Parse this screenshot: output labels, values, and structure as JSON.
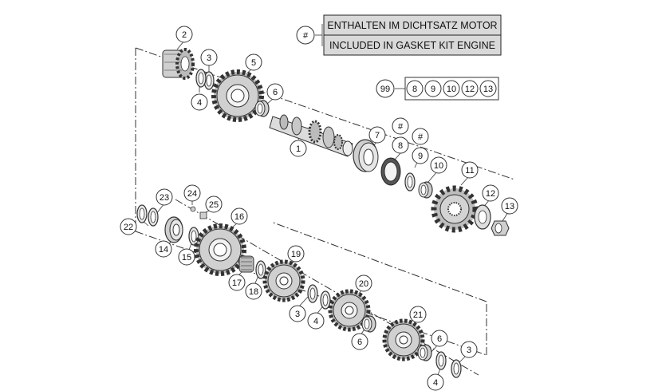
{
  "legend": {
    "symbol": "#",
    "line1": "ENTHALTEN IM DICHTSATZ MOTOR",
    "line2": "INCLUDED IN GASKET KIT ENGINE"
  },
  "kit": {
    "label": "99",
    "items": [
      "8",
      "9",
      "10",
      "12",
      "13"
    ]
  },
  "callouts": {
    "c1": "1",
    "c2": "2",
    "c3a": "3",
    "c4a": "4",
    "c5": "5",
    "c6a": "6",
    "c7": "7",
    "hash8": "#",
    "c8": "8",
    "hash9": "#",
    "c9": "9",
    "c10": "10",
    "c11": "11",
    "c12": "12",
    "c13": "13",
    "c14": "14",
    "c15": "15",
    "c16": "16",
    "c17": "17",
    "c18": "18",
    "c19": "19",
    "c20": "20",
    "c21": "21",
    "c22": "22",
    "c23": "23",
    "c24": "24",
    "c25": "25",
    "c3b": "3",
    "c4b": "4",
    "c6b": "6",
    "c3c": "3",
    "c4c": "4",
    "c6c": "6"
  }
}
